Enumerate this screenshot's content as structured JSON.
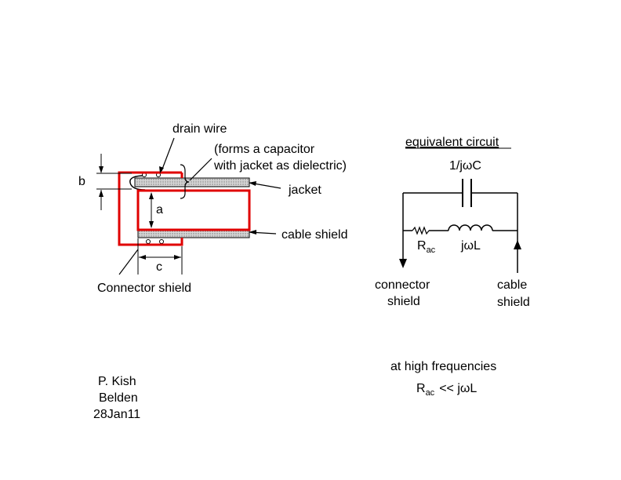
{
  "cable": {
    "drain_wire": "drain wire",
    "capacitor_note_line1": "(forms a capacitor",
    "capacitor_note_line2": "with jacket as dielectric)",
    "jacket": "jacket",
    "cable_shield": "cable shield",
    "connector_shield": "Connector shield",
    "dim_a": "a",
    "dim_b": "b",
    "dim_c": "c"
  },
  "circuit": {
    "title": "equivalent circuit",
    "capacitor_label": "1/jωC",
    "resistor_label_main": "R",
    "resistor_label_sub": "ac",
    "inductor_label": "jωL",
    "connector_label_line1": "connector",
    "connector_label_line2": "shield",
    "cable_label_line1": "cable",
    "cable_label_line2": "shield"
  },
  "note": {
    "line1": "at high frequencies",
    "r_main": "R",
    "r_sub": "ac",
    "relation": "<<  jωL"
  },
  "author": {
    "name": "P. Kish",
    "company": "Belden",
    "date": "28Jan11"
  },
  "colors": {
    "connector_shield": "#e00000",
    "hatch": "#9a9a9a"
  }
}
